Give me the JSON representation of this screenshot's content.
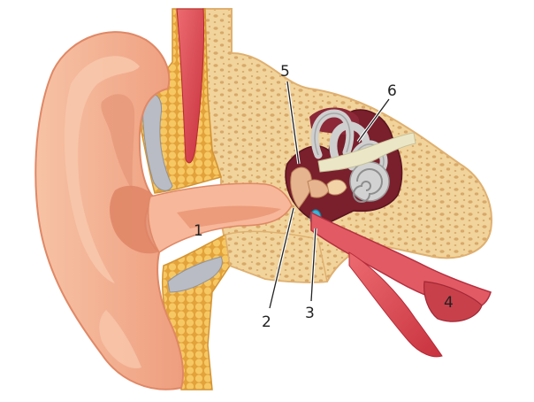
{
  "diagram": {
    "labels": [
      {
        "id": "1",
        "text": "1"
      },
      {
        "id": "2",
        "text": "2"
      },
      {
        "id": "3",
        "text": "3"
      },
      {
        "id": "4",
        "text": "4"
      },
      {
        "id": "5",
        "text": "5"
      },
      {
        "id": "6",
        "text": "6"
      }
    ],
    "colors": {
      "skin": "#f3b08e",
      "skin_dark": "#e48a68",
      "skin_light": "#fbd2bb",
      "bone": "#f1d49b",
      "bone_pores": "#d8a86a",
      "fat": "#f4c05a",
      "muscle": "#d94a52",
      "cavity": "#7a1f2c",
      "cochlea": "#c9c9c9",
      "nerve": "#e9e6c9",
      "eardrum": "#3bb3d6"
    }
  }
}
